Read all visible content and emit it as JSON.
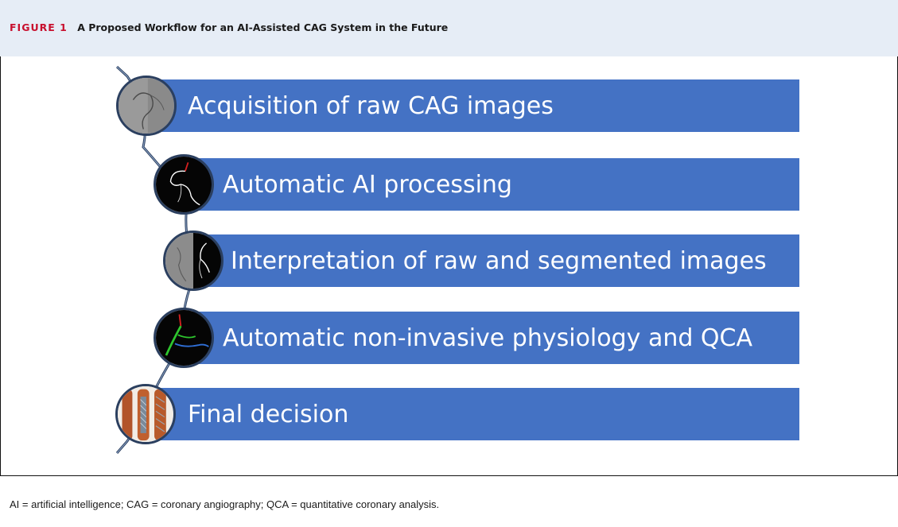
{
  "figure": {
    "label": "FIGURE 1",
    "title": "A Proposed Workflow for an AI-Assisted CAG System in the Future"
  },
  "steps": [
    {
      "label": "Acquisition of raw CAG images",
      "icon": "angiogram-raw-icon"
    },
    {
      "label": "Automatic AI processing",
      "icon": "segmented-vessel-icon"
    },
    {
      "label": "Interpretation of raw and segmented images",
      "icon": "raw-segmented-split-icon"
    },
    {
      "label": "Automatic non-invasive physiology and QCA",
      "icon": "physiology-qca-icon"
    },
    {
      "label": "Final decision",
      "icon": "stent-icon"
    }
  ],
  "footnote": "AI = artificial intelligence; CAG = coronary angiography; QCA = quantitative coronary analysis.",
  "colors": {
    "bar": "#4472c4",
    "header_bg": "#e6edf6",
    "figure_label": "#c8102e"
  }
}
